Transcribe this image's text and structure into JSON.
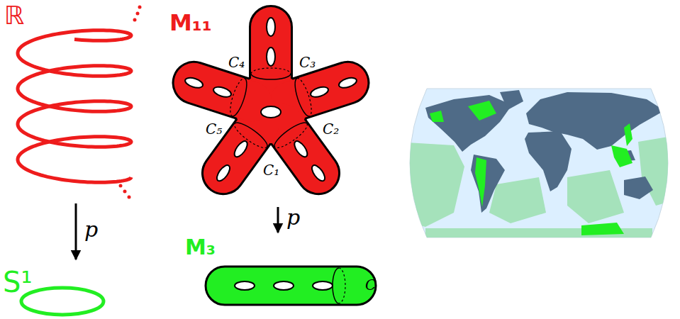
{
  "diagram": {
    "nodes": [
      {
        "text": [
          "ℝ"
        ]
      },
      {
        "text": [
          "S¹"
        ]
      },
      {
        "text": [
          "M₁₁"
        ]
      },
      {
        "text": [
          "M₃"
        ]
      }
    ],
    "edges": [
      {
        "from": 0,
        "to": 1,
        "arrow": "to",
        "label": "p"
      },
      {
        "from": 2,
        "to": 3,
        "arrow": "to",
        "label": "p"
      }
    ],
    "labels": [
      "C₄",
      "C₃",
      "C₅",
      "C₂",
      "C₁",
      "C"
    ]
  }
}
